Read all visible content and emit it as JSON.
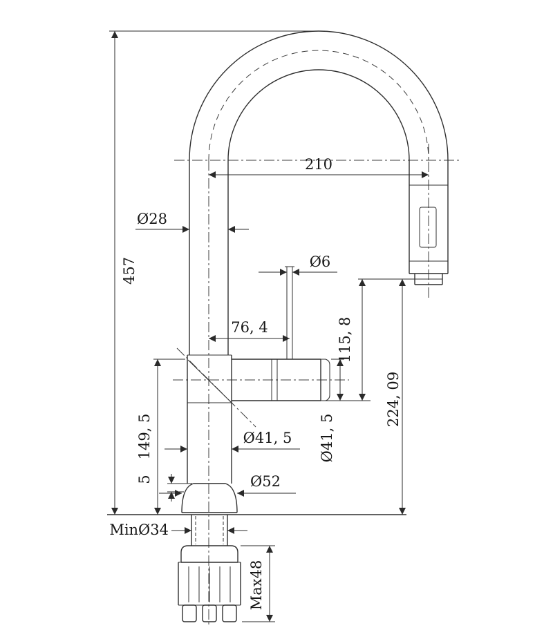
{
  "drawing": {
    "labels": {
      "overall_height": "457",
      "spout_reach": "210",
      "spout_tube_diameter": "Ø28",
      "spray_pipe_diameter": "Ø6",
      "spray_pipe_offset": "76, 4",
      "head_drop": "115, 8",
      "outlet_to_deck": "224, 09",
      "body_to_deck": "149, 5",
      "body_diameter": "Ø41, 5",
      "connector_diameter": "Ø41, 5",
      "flange_step": "5",
      "base_diameter": "Ø52",
      "min_hole": "MinØ34",
      "max_deck_thickness": "Max48"
    }
  }
}
